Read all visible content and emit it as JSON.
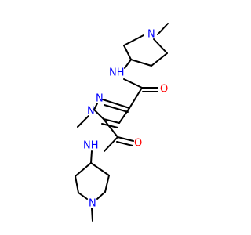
{
  "molecule": {
    "atoms": [
      {
        "id": "N_top_pip",
        "symbol": "N",
        "color": "#0000ff"
      },
      {
        "id": "N_amide_top",
        "symbol": "NH",
        "color": "#0000ff"
      },
      {
        "id": "O_top",
        "symbol": "O",
        "color": "#ff0000"
      },
      {
        "id": "N_pyrazole_2",
        "symbol": "N",
        "color": "#0000ff"
      },
      {
        "id": "N_pyrazole_1",
        "symbol": "N",
        "color": "#0000ff"
      },
      {
        "id": "O_bottom",
        "symbol": "O",
        "color": "#ff0000"
      },
      {
        "id": "N_amide_bottom",
        "symbol": "NH",
        "color": "#0000ff"
      },
      {
        "id": "N_bottom_pip",
        "symbol": "N",
        "color": "#0000ff"
      }
    ],
    "bond_color": "#000000",
    "background": "#ffffff"
  }
}
